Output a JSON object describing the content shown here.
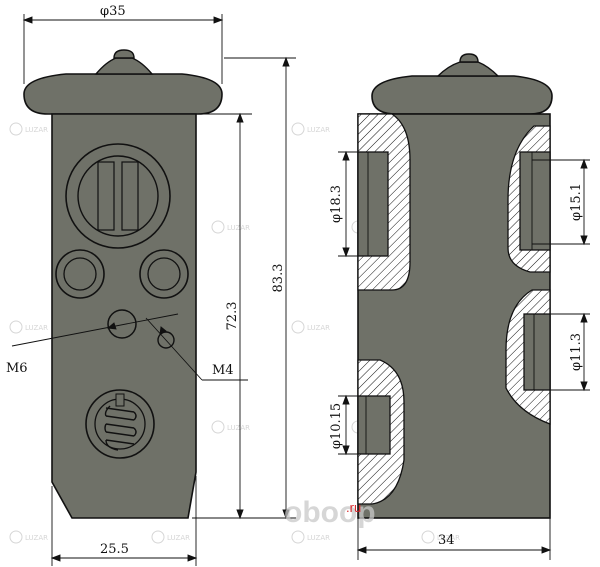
{
  "colors": {
    "body": "#6f7168",
    "outline": "#111111",
    "hatch": "#111111",
    "brand_red": "#d9262a",
    "brand_gray": "#c9c9c9",
    "watermark": "#d6d6d6"
  },
  "dimensions": {
    "top_width": "φ35",
    "total_height": "83.3",
    "body_height": "72.3",
    "bottom_width": "25.5",
    "side_width": "34",
    "bore_upper_left": "φ18.3",
    "bore_lower_left": "φ10.15",
    "bore_upper_right": "φ15.1",
    "bore_lower_right": "φ11.3",
    "thread_left": "M6",
    "thread_right": "M4"
  },
  "watermark": {
    "text": "LUZAR"
  },
  "brand": {
    "text": "oboop",
    "suffix": ".ru"
  }
}
